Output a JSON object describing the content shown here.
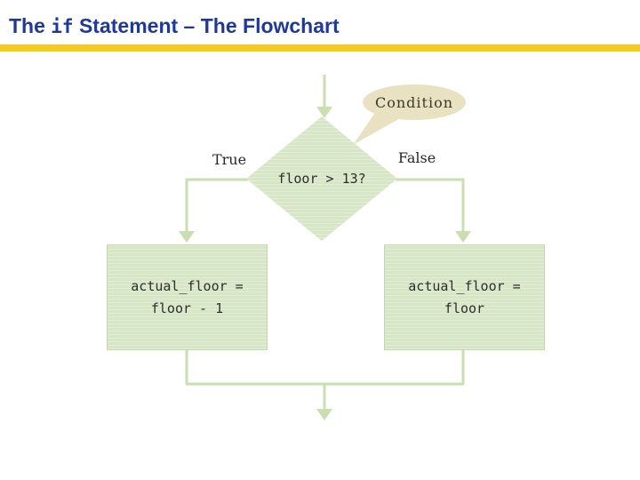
{
  "slide": {
    "title": {
      "prefix": "The ",
      "keyword": "if",
      "suffix": " Statement – The Flowchart"
    },
    "accent_colors": {
      "title_blue": "#1C38A8",
      "bar_yellow": "#F2CB1D"
    }
  },
  "flowchart": {
    "condition_callout": "Condition",
    "decision": "floor > 13?",
    "true_label": "True",
    "false_label": "False",
    "true_branch_box": "actual_floor =\nfloor - 1",
    "false_branch_box": "actual_floor =\nfloor",
    "colors": {
      "shape_green": "#D7E6C5",
      "line_green": "#CADFAF",
      "callout_tan": "#E9E2C0"
    }
  }
}
